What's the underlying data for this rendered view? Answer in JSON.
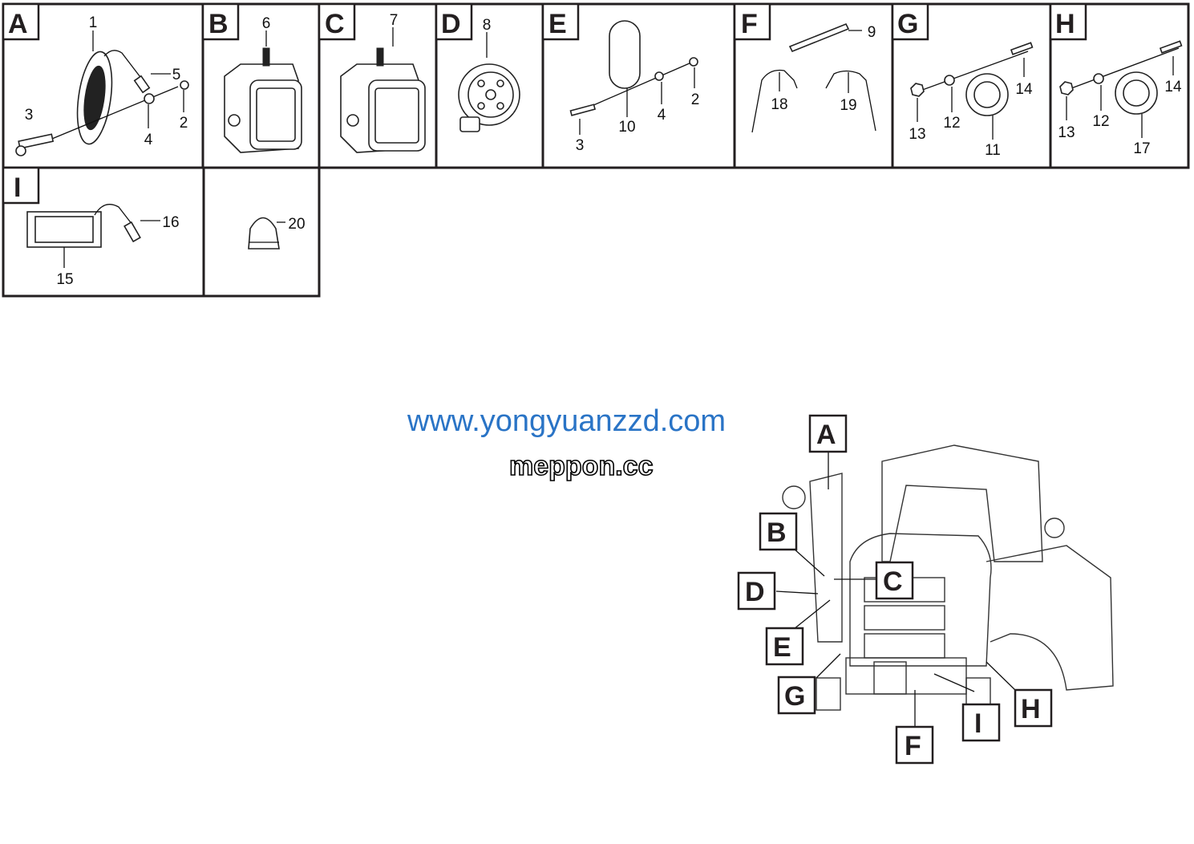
{
  "panels": [
    {
      "letter": "A",
      "callouts": [
        "1",
        "5",
        "3",
        "4",
        "2"
      ]
    },
    {
      "letter": "B",
      "callouts": [
        "6"
      ]
    },
    {
      "letter": "C",
      "callouts": [
        "7"
      ]
    },
    {
      "letter": "D",
      "callouts": [
        "8"
      ]
    },
    {
      "letter": "E",
      "callouts": [
        "2",
        "4",
        "10",
        "3"
      ]
    },
    {
      "letter": "F",
      "callouts": [
        "9",
        "18",
        "19"
      ]
    },
    {
      "letter": "G",
      "callouts": [
        "14",
        "12",
        "13",
        "11"
      ]
    },
    {
      "letter": "H",
      "callouts": [
        "14",
        "12",
        "13",
        "17"
      ]
    },
    {
      "letter": "I",
      "callouts": [
        "16",
        "15"
      ]
    },
    {
      "letter": "",
      "callouts": [
        "20"
      ]
    }
  ],
  "machine_view": {
    "locations": [
      "A",
      "B",
      "C",
      "D",
      "E",
      "G",
      "F",
      "I",
      "H"
    ]
  },
  "watermarks": [
    "www.yongyuanzzd.com",
    "meppon.cc"
  ],
  "colors": {
    "line": "#231f20",
    "watermark": "#2a74c6"
  }
}
